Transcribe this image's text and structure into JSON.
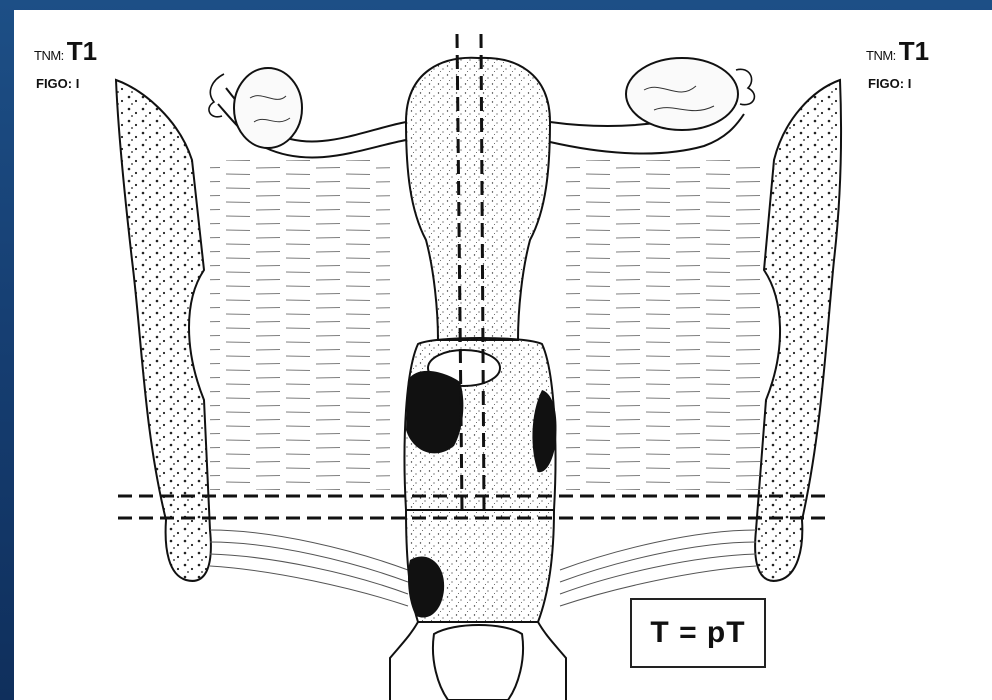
{
  "labels": {
    "left": {
      "tnm_prefix": "TNM:",
      "tnm_stage": "T1",
      "figo": "FIGO: I"
    },
    "right": {
      "tnm_prefix": "TNM:",
      "tnm_stage": "T1",
      "figo": "FIGO: I"
    }
  },
  "formula": "T = pT",
  "colors": {
    "background": "#1d4f86",
    "panel": "#ffffff",
    "ink": "#111111",
    "tumor": "#111111"
  }
}
